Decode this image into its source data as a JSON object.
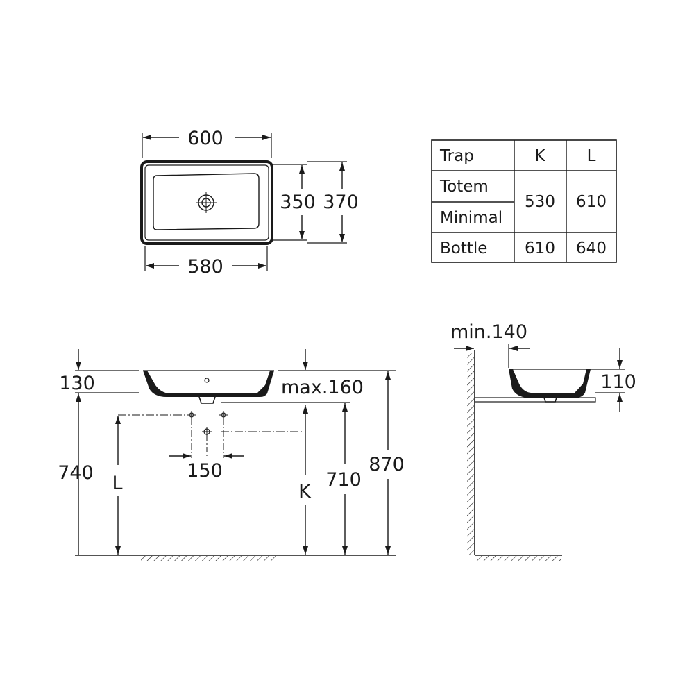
{
  "plan_view": {
    "overall_width": "600",
    "inner_width": "580",
    "inner_depth": "350",
    "overall_depth": "370"
  },
  "front_view": {
    "basin_height": "130",
    "max_height": "max.160",
    "top_to_floor": "740",
    "L_label": "L",
    "spacing": "150",
    "K_label": "K",
    "waste_height": "710",
    "overall_height": "870"
  },
  "side_view": {
    "min_clearance": "min.140",
    "basin_height": "110"
  },
  "trap_table": {
    "headers": [
      "Trap",
      "K",
      "L"
    ],
    "rows": [
      {
        "trap": "Totem",
        "K": "530",
        "L": "610"
      },
      {
        "trap": "Minimal",
        "K": "530",
        "L": "610"
      },
      {
        "trap": "Bottle",
        "K": "610",
        "L": "640"
      }
    ]
  }
}
